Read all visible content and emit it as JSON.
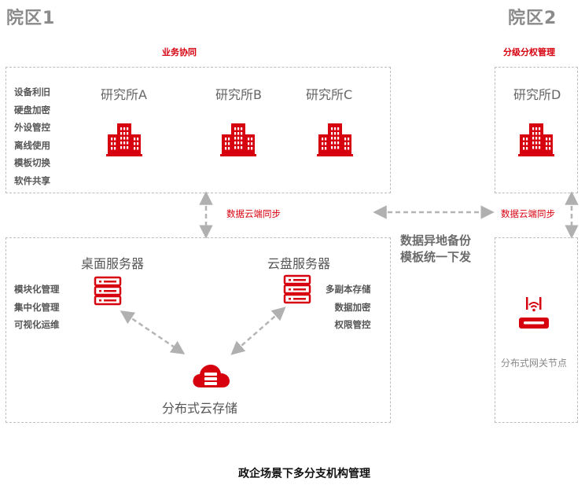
{
  "campus1": {
    "title": "院区1",
    "collab_label": "业务协同",
    "features": [
      "设备利旧",
      "硬盘加密",
      "外设管控",
      "离线使用",
      "模板切换",
      "软件共享"
    ],
    "institutes": [
      "研究所A",
      "研究所B",
      "研究所C"
    ],
    "sync_label": "数据云端同步",
    "desktop_server": {
      "name": "桌面服务器",
      "features": [
        "模块化管理",
        "集中化管理",
        "可视化运维"
      ]
    },
    "cloud_disk_server": {
      "name": "云盘服务器",
      "features": [
        "多副本存储",
        "数据加密",
        "权限管控"
      ]
    },
    "storage": {
      "name": "分布式云存储"
    }
  },
  "campus2": {
    "title": "院区2",
    "auth_label": "分级分权管理",
    "institute": "研究所D",
    "sync_label": "数据云端同步",
    "gateway": "分布式网关节点"
  },
  "middle": {
    "lines": [
      "数据异地备份",
      "模板统一下发"
    ]
  },
  "caption": "政企场景下多分支机构管理",
  "colors": {
    "accent": "#d7000f",
    "dash": "#bdbdbd",
    "arrow": "#b5b5b5"
  }
}
